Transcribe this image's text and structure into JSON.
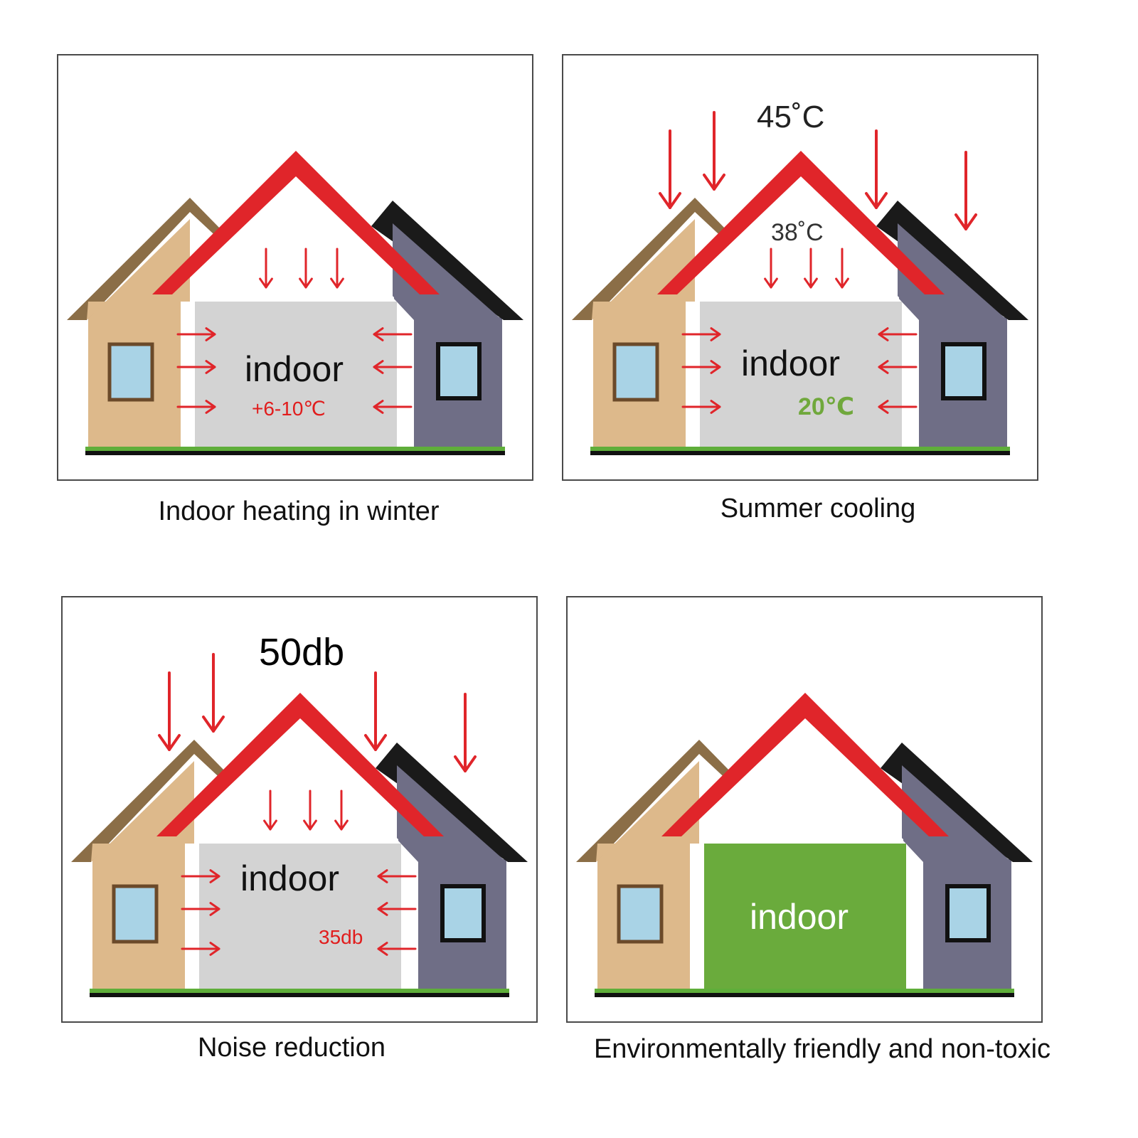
{
  "panels": [
    {
      "caption": "Indoor heating in winter",
      "indoor_label": "indoor",
      "value_label": "+6-10℃",
      "value_color": "#e11d1d",
      "room_color": "#d3d3d3",
      "outside_arrows": false
    },
    {
      "caption": "Summer cooling",
      "indoor_label": "indoor",
      "outdoor_label": "45˚C",
      "attic_label": "38˚C",
      "value_label": "20℃",
      "value_color": "#70a83c",
      "room_color": "#d3d3d3",
      "outside_arrows": true
    },
    {
      "caption": "Noise reduction",
      "indoor_label": "indoor",
      "outdoor_label": "50db",
      "value_label": "35db",
      "value_color": "#e11d1d",
      "room_color": "#d3d3d3",
      "outside_arrows": true
    },
    {
      "caption": "Environmentally friendly and non-toxic",
      "indoor_label": "indoor",
      "room_color": "#6aab3c",
      "outside_arrows": false
    }
  ],
  "colors": {
    "roof_main": "#e0252a",
    "roof_left": "#8b6e47",
    "roof_right": "#1a1a1a",
    "house_left": "#ddb98b",
    "house_right": "#6f6e86",
    "window": "#a9d3e6",
    "arrow": "#e0252a",
    "grass": "#5fae3a",
    "ground": "#111111"
  }
}
